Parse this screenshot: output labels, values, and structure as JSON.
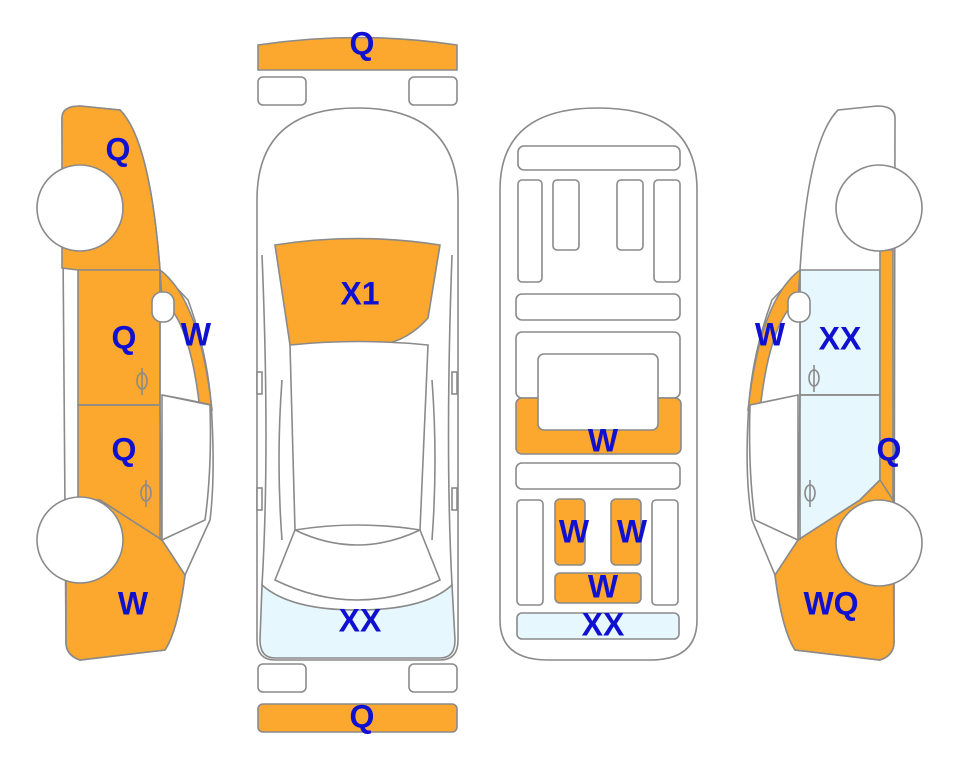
{
  "colors": {
    "damage": "#FCA82E",
    "light": "#E6F7FD",
    "label": "#1010D0",
    "outline": "#8A8A8A",
    "body": "#FFFFFF"
  },
  "labels": {
    "front_bumper": "Q",
    "rear_bumper": "Q",
    "hood": "X1",
    "rear_glass": "XX",
    "left_front_fender": "Q",
    "left_front_door": "Q",
    "left_pillar": "W",
    "left_rear_door": "Q",
    "left_rear_quarter": "W",
    "roof_center": "W",
    "roof_left_seat": "W",
    "roof_right_seat": "W",
    "roof_rear": "W",
    "trunk": "XX",
    "right_pillar": "W",
    "right_front_door": "XX",
    "right_body_strip": "Q",
    "right_rear_quarter": "WQ"
  }
}
